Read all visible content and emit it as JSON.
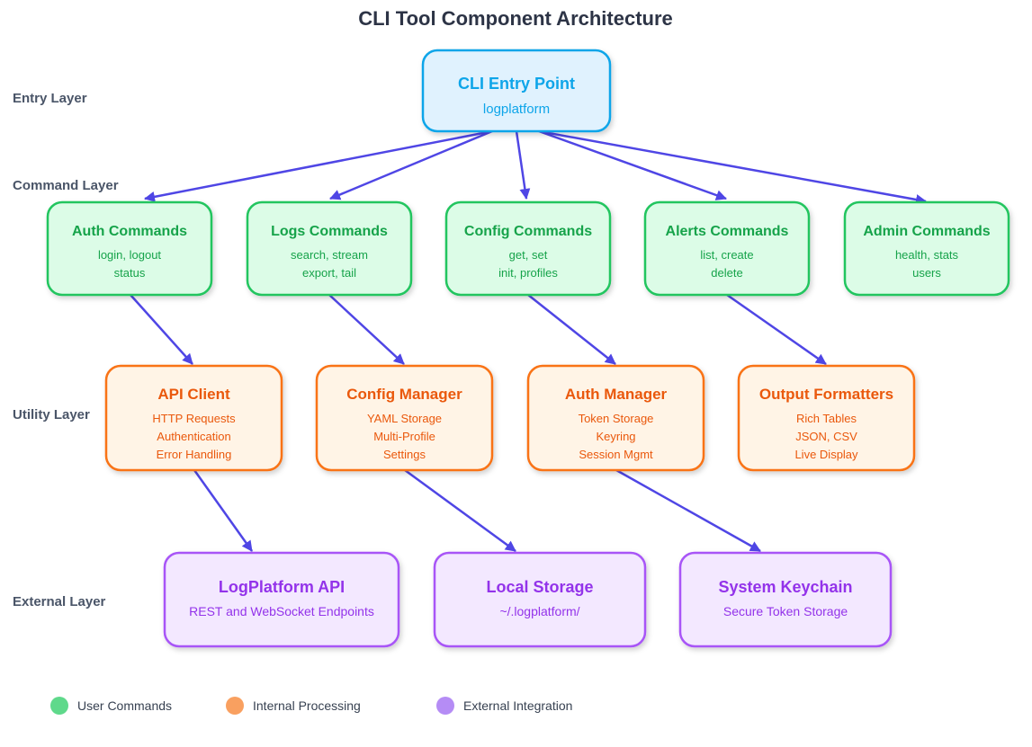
{
  "title": "CLI Tool Component Architecture",
  "palette": {
    "entry": {
      "fill": "#e0f2fe",
      "stroke": "#0ea5e9",
      "text": "#0ea5e9"
    },
    "command": {
      "fill": "#dcfce7",
      "stroke": "#22c55e",
      "text": "#16a34a"
    },
    "utility": {
      "fill": "#fff4e6",
      "stroke": "#f97316",
      "text": "#ea580c"
    },
    "external": {
      "fill": "#f3e8ff",
      "stroke": "#a855f7",
      "text": "#9333ea"
    },
    "arrow": "#4f46e5"
  },
  "layers": [
    {
      "id": "entry",
      "label": "Entry Layer"
    },
    {
      "id": "command",
      "label": "Command Layer"
    },
    {
      "id": "utility",
      "label": "Utility Layer"
    },
    {
      "id": "external",
      "label": "External Layer"
    }
  ],
  "nodes": [
    {
      "id": "cli",
      "layer": "entry",
      "title": "CLI Entry Point",
      "lines": [
        "logplatform"
      ]
    },
    {
      "id": "auth_cmd",
      "layer": "command",
      "title": "Auth Commands",
      "lines": [
        "login, logout",
        "status"
      ]
    },
    {
      "id": "logs_cmd",
      "layer": "command",
      "title": "Logs Commands",
      "lines": [
        "search, stream",
        "export, tail"
      ]
    },
    {
      "id": "config_cmd",
      "layer": "command",
      "title": "Config Commands",
      "lines": [
        "get, set",
        "init, profiles"
      ]
    },
    {
      "id": "alerts_cmd",
      "layer": "command",
      "title": "Alerts Commands",
      "lines": [
        "list, create",
        "delete"
      ]
    },
    {
      "id": "admin_cmd",
      "layer": "command",
      "title": "Admin Commands",
      "lines": [
        "health, stats",
        "users"
      ]
    },
    {
      "id": "api_client",
      "layer": "utility",
      "title": "API Client",
      "lines": [
        "HTTP Requests",
        "Authentication",
        "Error Handling"
      ]
    },
    {
      "id": "config_mgr",
      "layer": "utility",
      "title": "Config Manager",
      "lines": [
        "YAML Storage",
        "Multi-Profile",
        "Settings"
      ]
    },
    {
      "id": "auth_mgr",
      "layer": "utility",
      "title": "Auth Manager",
      "lines": [
        "Token Storage",
        "Keyring",
        "Session Mgmt"
      ]
    },
    {
      "id": "output_fmt",
      "layer": "utility",
      "title": "Output Formatters",
      "lines": [
        "Rich Tables",
        "JSON, CSV",
        "Live Display"
      ]
    },
    {
      "id": "lp_api",
      "layer": "external",
      "title": "LogPlatform API",
      "lines": [
        "REST and WebSocket Endpoints"
      ]
    },
    {
      "id": "local_storage",
      "layer": "external",
      "title": "Local Storage",
      "lines": [
        "~/.logplatform/"
      ]
    },
    {
      "id": "keychain",
      "layer": "external",
      "title": "System Keychain",
      "lines": [
        "Secure Token Storage"
      ]
    }
  ],
  "edges": [
    {
      "from": "cli",
      "to": "auth_cmd"
    },
    {
      "from": "cli",
      "to": "logs_cmd"
    },
    {
      "from": "cli",
      "to": "config_cmd"
    },
    {
      "from": "cli",
      "to": "alerts_cmd"
    },
    {
      "from": "cli",
      "to": "admin_cmd"
    },
    {
      "from": "auth_cmd",
      "to": "api_client"
    },
    {
      "from": "logs_cmd",
      "to": "config_mgr"
    },
    {
      "from": "config_cmd",
      "to": "auth_mgr"
    },
    {
      "from": "alerts_cmd",
      "to": "output_fmt"
    },
    {
      "from": "api_client",
      "to": "lp_api"
    },
    {
      "from": "config_mgr",
      "to": "local_storage"
    },
    {
      "from": "auth_mgr",
      "to": "keychain"
    }
  ],
  "legend": [
    {
      "label": "User Commands",
      "color": "#5fd98b"
    },
    {
      "label": "Internal Processing",
      "color": "#f9a060"
    },
    {
      "label": "External Integration",
      "color": "#b58cf5"
    }
  ]
}
